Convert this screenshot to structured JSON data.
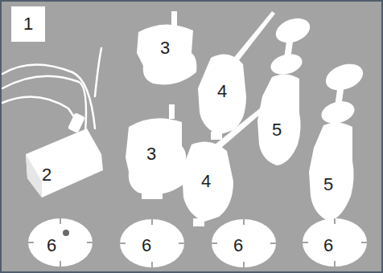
{
  "diagram": {
    "labels": [
      "1",
      "3",
      "4",
      "5",
      "2",
      "4",
      "3",
      "5",
      "6",
      "6",
      "6",
      "6"
    ]
  }
}
